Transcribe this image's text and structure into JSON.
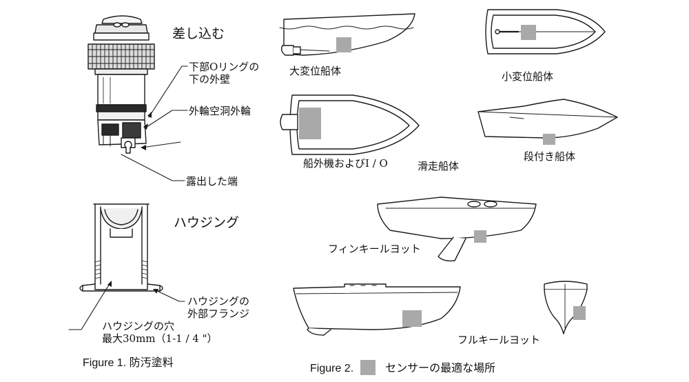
{
  "figure1": {
    "caption_prefix": "Figure 1.",
    "caption_text": "防汚塗料",
    "insert_title": "差し込む",
    "housing_title": "ハウジング",
    "label_outer_wall": [
      "下部Oリングの",
      "下の外壁"
    ],
    "label_outer_ring": "外輪空洞外輪",
    "label_exposed_end": "露出した端",
    "label_housing_flange": [
      "ハウジングの",
      "外部フランジ"
    ],
    "label_housing_hole": [
      "ハウジングの穴",
      "最大30mm（1-1 / 4 \"）"
    ]
  },
  "figure2": {
    "caption_prefix": "Figure 2.",
    "caption_text": "センサーの最適な場所",
    "legend_color": "#a9a9a9",
    "hulls": {
      "large_displacement": "大変位船体",
      "small_displacement": "小変位船体",
      "outboard_io": "船外機およびI / O",
      "planing": "滑走船体",
      "stepped": "段付き船体",
      "fin_keel": "フィンキールヨット",
      "full_keel": "フルキールヨット"
    }
  }
}
